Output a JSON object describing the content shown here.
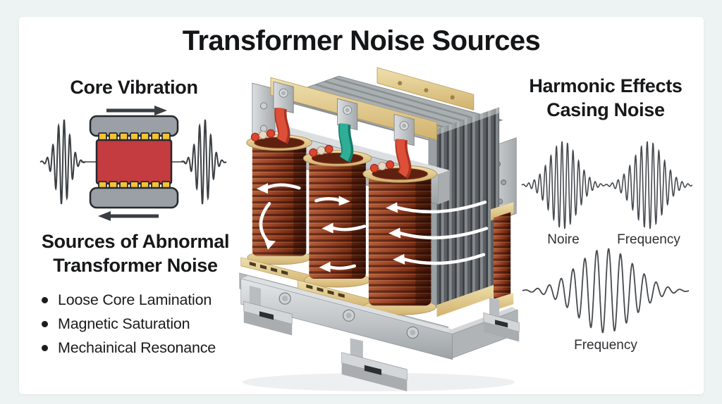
{
  "title": "Transformer Noise Sources",
  "left_panel": {
    "heading": "Core Vibration",
    "subheading_line1": "Sources of Abnormal",
    "subheading_line2": "Transformer Noise",
    "bullets": [
      "Loose Core Lamination",
      "Magnetic Saturation",
      "Mechainical Resonance"
    ]
  },
  "right_panel": {
    "heading_line1": "Harmonic Effects",
    "heading_line2": "Casing Noise",
    "wave_label_top_left": "Noire",
    "wave_label_top_right": "Frequency",
    "wave_label_bottom": "Frequency"
  },
  "colors": {
    "background": "#edf3f2",
    "card": "#ffffff",
    "text": "#17181a",
    "core_red": "#c43b40",
    "clamp_gray": "#9aa0a5",
    "tab_yellow": "#f3c334",
    "copper": "#8f3a22",
    "copper_dark": "#5d2312",
    "steel": "#c6cacd",
    "board_tan": "#e2ca8c",
    "strap_red": "#d84b36",
    "strap_teal": "#2aa18c",
    "wave_stroke": "#46494d",
    "arrow_white": "#ffffff"
  }
}
